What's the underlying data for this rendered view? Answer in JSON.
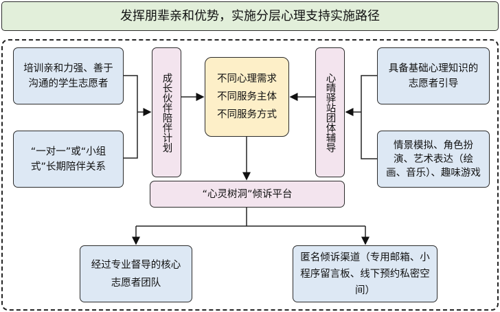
{
  "title": "发挥朋辈亲和优势，实施分层心理支持实施路径",
  "left_top": "培训亲和力强、善于沟通的学生志愿者",
  "left_bottom": "“一对一”或“小组式”长期陪伴关系",
  "left_plan": "成长伙伴陪伴计划",
  "center": [
    "不同心理需求",
    "不同服务主体",
    "不同服务方式"
  ],
  "right_plan": "心晴驿站团体辅导",
  "right_top": "具备基础心理知识的志愿者引导",
  "right_bottom": "情景模拟、角色扮演、艺术表达（绘画、音乐）、趣味游戏",
  "platform": "“心灵树洞”倾诉平台",
  "bottom_left": "经过专业督导的核心志愿者团队",
  "bottom_right": "匿名倾诉渠道（专用邮箱、小程序留言板、线下预约私密空间）"
}
